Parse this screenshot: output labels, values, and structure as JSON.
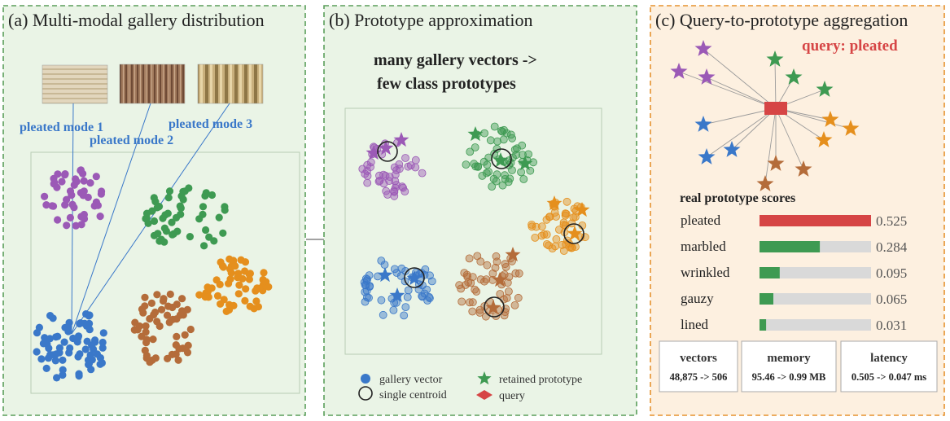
{
  "colors": {
    "purple": "#9b59b6",
    "green": "#3e9a52",
    "orange": "#e58f1d",
    "blue": "#3a78c9",
    "brown": "#b46c3a",
    "red": "#d64545",
    "panel_green_bg": "#eaf4e6",
    "panel_green_border": "#5a9e5a",
    "panel_orange_bg": "#fdf0e0",
    "panel_orange_border": "#e6922e",
    "label_blue": "#3a78c9"
  },
  "panel_a": {
    "title": "(a) Multi-modal gallery distribution",
    "mode_labels": [
      "pleated mode 1",
      "pleated mode 2",
      "pleated mode 3"
    ]
  },
  "panel_b": {
    "title": "(b) Prototype approximation",
    "headline": [
      "many gallery vectors ->",
      "few class prototypes"
    ],
    "legend": {
      "gallery_vector": "gallery vector",
      "retained_prototype": "retained prototype",
      "single_centroid": "single centroid",
      "query": "query"
    }
  },
  "panel_c": {
    "title": "(c) Query-to-prototype aggregation",
    "query_label": "query: pleated",
    "scores_title": "real prototype scores",
    "scores": [
      {
        "label": "pleated",
        "value": 0.525,
        "value_text": "0.525",
        "color": "#d64545"
      },
      {
        "label": "marbled",
        "value": 0.284,
        "value_text": "0.284",
        "color": "#3e9a52"
      },
      {
        "label": "wrinkled",
        "value": 0.095,
        "value_text": "0.095",
        "color": "#3e9a52"
      },
      {
        "label": "gauzy",
        "value": 0.065,
        "value_text": "0.065",
        "color": "#3e9a52"
      },
      {
        "label": "lined",
        "value": 0.031,
        "value_text": "0.031",
        "color": "#3e9a52"
      }
    ],
    "score_max": 0.525,
    "stats": [
      {
        "title": "vectors",
        "value": "48,875 -> 506"
      },
      {
        "title": "memory",
        "value": "95.46 -> 0.99 MB"
      },
      {
        "title": "latency",
        "value": "0.505 -> 0.047 ms"
      }
    ]
  }
}
